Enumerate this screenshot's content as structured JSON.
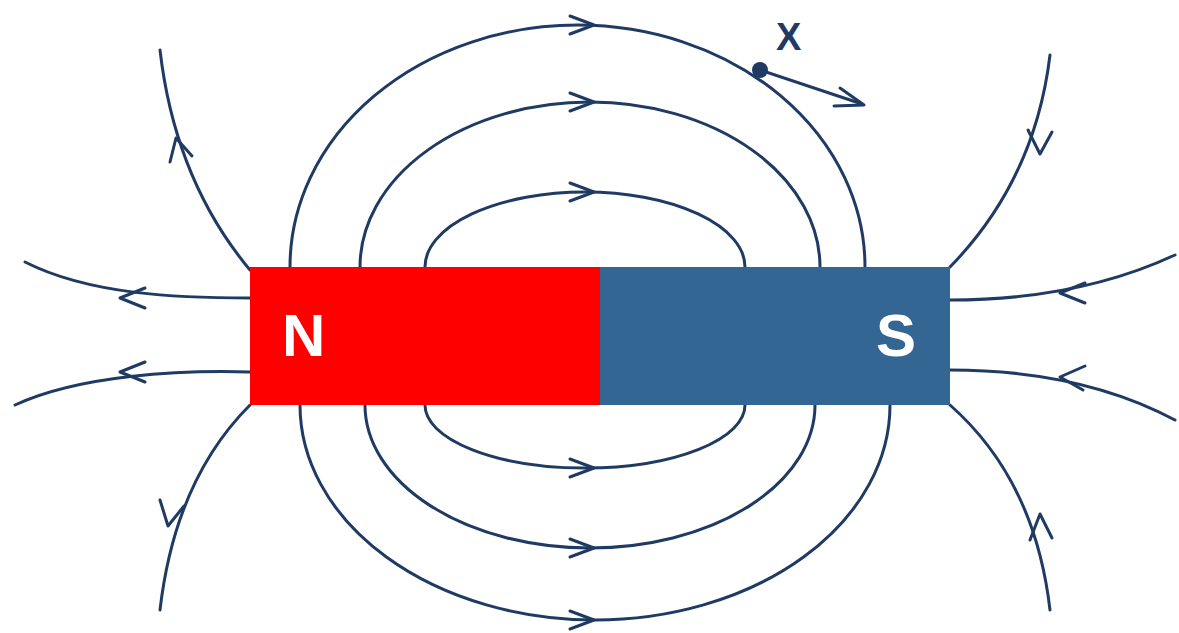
{
  "diagram": {
    "nodes": [
      {
        "text": [
          "N"
        ]
      },
      {
        "text": [
          "S"
        ]
      }
    ],
    "labels": [
      "X"
    ]
  }
}
